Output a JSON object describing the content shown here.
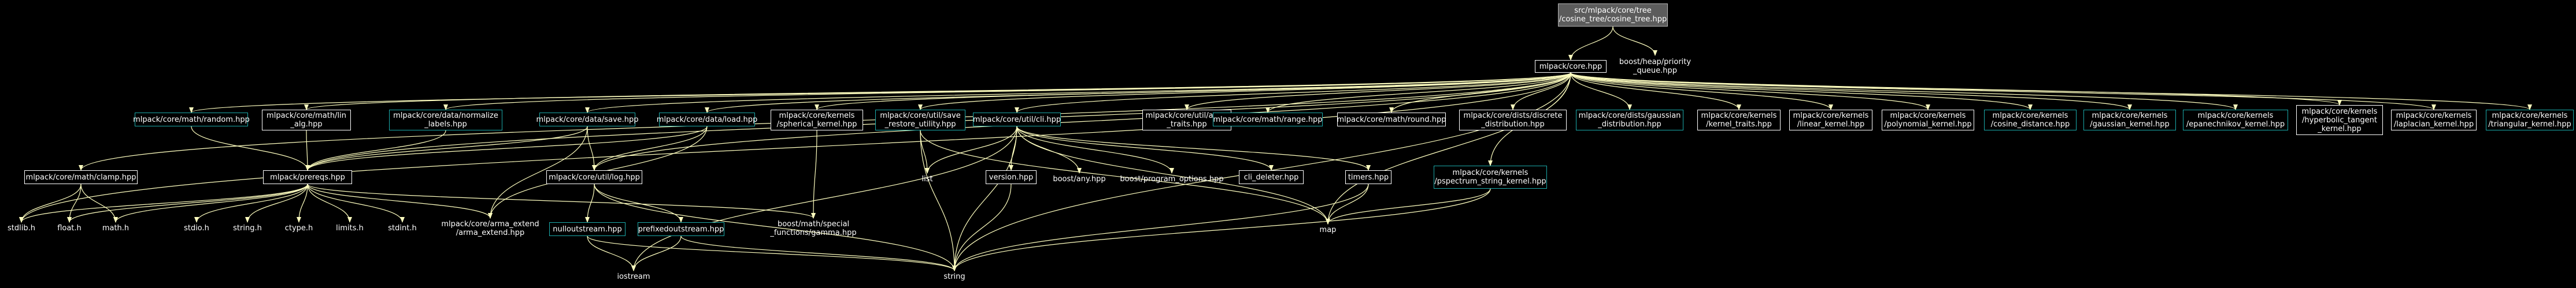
{
  "diagram": {
    "title": "",
    "edge_color": "#ffffc0",
    "border_colors": {
      "white": "#ffffff",
      "teal": "#1aa9a9",
      "root": "#b3b3b3",
      "root_fill": "#5c5c5c"
    },
    "nodes": [
      {
        "id": "root",
        "label": "src/mlpack/core/tree\n/cosine_tree/cosine_tree.hpp",
        "kind": "root"
      },
      {
        "id": "core",
        "label": "mlpack/core.hpp",
        "kind": "white"
      },
      {
        "id": "pq",
        "label": "boost/heap/priority\n_queue.hpp",
        "kind": "none"
      },
      {
        "id": "random",
        "label": "mlpack/core/math/random.hpp",
        "kind": "teal"
      },
      {
        "id": "lin",
        "label": "mlpack/core/math/lin\n_alg.hpp",
        "kind": "white"
      },
      {
        "id": "normalize",
        "label": "mlpack/core/data/normalize\n_labels.hpp",
        "kind": "teal"
      },
      {
        "id": "save",
        "label": "mlpack/core/data/save.hpp",
        "kind": "teal"
      },
      {
        "id": "load",
        "label": "mlpack/core/data/load.hpp",
        "kind": "teal"
      },
      {
        "id": "spherical",
        "label": "mlpack/core/kernels\n/spherical_kernel.hpp",
        "kind": "white"
      },
      {
        "id": "saveres",
        "label": "mlpack/core/util/save\n_restore_utility.hpp",
        "kind": "teal"
      },
      {
        "id": "cli",
        "label": "mlpack/core/util/cli.hpp",
        "kind": "teal"
      },
      {
        "id": "arma_traits",
        "label": "mlpack/core/util/arma\n_traits.hpp",
        "kind": "white"
      },
      {
        "id": "range",
        "label": "mlpack/core/math/range.hpp",
        "kind": "teal"
      },
      {
        "id": "round",
        "label": "mlpack/core/math/round.hpp",
        "kind": "white"
      },
      {
        "id": "discrete",
        "label": "mlpack/core/dists/discrete\n_distribution.hpp",
        "kind": "white"
      },
      {
        "id": "gaussian_dist",
        "label": "mlpack/core/dists/gaussian\n_distribution.hpp",
        "kind": "teal"
      },
      {
        "id": "kernel_traits",
        "label": "mlpack/core/kernels\n/kernel_traits.hpp",
        "kind": "white"
      },
      {
        "id": "linear",
        "label": "mlpack/core/kernels\n/linear_kernel.hpp",
        "kind": "white"
      },
      {
        "id": "polynomial",
        "label": "mlpack/core/kernels\n/polynomial_kernel.hpp",
        "kind": "white"
      },
      {
        "id": "cosine",
        "label": "mlpack/core/kernels\n/cosine_distance.hpp",
        "kind": "teal"
      },
      {
        "id": "gaussian_k",
        "label": "mlpack/core/kernels\n/gaussian_kernel.hpp",
        "kind": "teal"
      },
      {
        "id": "epan",
        "label": "mlpack/core/kernels\n/epanechnikov_kernel.hpp",
        "kind": "teal"
      },
      {
        "id": "tanh",
        "label": "mlpack/core/kernels\n/hyperbolic_tangent\n_kernel.hpp",
        "kind": "white"
      },
      {
        "id": "laplacian",
        "label": "mlpack/core/kernels\n/laplacian_kernel.hpp",
        "kind": "white"
      },
      {
        "id": "triangular",
        "label": "mlpack/core/kernels\n/triangular_kernel.hpp",
        "kind": "teal"
      },
      {
        "id": "clamp",
        "label": "mlpack/core/math/clamp.hpp",
        "kind": "white"
      },
      {
        "id": "prereqs",
        "label": "mlpack/prereqs.hpp",
        "kind": "white"
      },
      {
        "id": "log",
        "label": "mlpack/core/util/log.hpp",
        "kind": "white"
      },
      {
        "id": "list",
        "label": "list",
        "kind": "none"
      },
      {
        "id": "version",
        "label": "version.hpp",
        "kind": "white"
      },
      {
        "id": "boost_any",
        "label": "boost/any.hpp",
        "kind": "none"
      },
      {
        "id": "po",
        "label": "boost/program_options.hpp",
        "kind": "none"
      },
      {
        "id": "deleter",
        "label": "cli_deleter.hpp",
        "kind": "white"
      },
      {
        "id": "timers",
        "label": "timers.hpp",
        "kind": "white"
      },
      {
        "id": "nystroem",
        "label": "mlpack/core/kernels\n/pspectrum_string_kernel.hpp",
        "kind": "teal"
      },
      {
        "id": "stdlib",
        "label": "stdlib.h",
        "kind": "none"
      },
      {
        "id": "float",
        "label": "float.h",
        "kind": "none"
      },
      {
        "id": "math",
        "label": "math.h",
        "kind": "none"
      },
      {
        "id": "stdio",
        "label": "stdio.h",
        "kind": "none"
      },
      {
        "id": "string_h",
        "label": "string.h",
        "kind": "none"
      },
      {
        "id": "ctype",
        "label": "ctype.h",
        "kind": "none"
      },
      {
        "id": "limits",
        "label": "limits.h",
        "kind": "none"
      },
      {
        "id": "stdint",
        "label": "stdint.h",
        "kind": "none"
      },
      {
        "id": "arma_extend",
        "label": "mlpack/core/arma_extend\n/arma_extend.hpp",
        "kind": "none"
      },
      {
        "id": "gamma",
        "label": "boost/math/special\n_functions/gamma.hpp",
        "kind": "none"
      },
      {
        "id": "nulloutstream",
        "label": "nulloutstream.hpp",
        "kind": "teal"
      },
      {
        "id": "prefixed",
        "label": "prefixedoutstream.hpp",
        "kind": "teal"
      },
      {
        "id": "map",
        "label": "map",
        "kind": "none"
      },
      {
        "id": "iostream",
        "label": "iostream",
        "kind": "none"
      },
      {
        "id": "string",
        "label": "string",
        "kind": "none"
      }
    ],
    "edges": [
      [
        "root",
        "core"
      ],
      [
        "root",
        "pq"
      ],
      [
        "core",
        "random"
      ],
      [
        "core",
        "lin"
      ],
      [
        "core",
        "normalize"
      ],
      [
        "core",
        "save"
      ],
      [
        "core",
        "load"
      ],
      [
        "core",
        "spherical"
      ],
      [
        "core",
        "saveres"
      ],
      [
        "core",
        "cli"
      ],
      [
        "core",
        "arma_traits"
      ],
      [
        "core",
        "range"
      ],
      [
        "core",
        "round"
      ],
      [
        "core",
        "discrete"
      ],
      [
        "core",
        "gaussian_dist"
      ],
      [
        "core",
        "kernel_traits"
      ],
      [
        "core",
        "linear"
      ],
      [
        "core",
        "polynomial"
      ],
      [
        "core",
        "cosine"
      ],
      [
        "core",
        "gaussian_k"
      ],
      [
        "core",
        "epan"
      ],
      [
        "core",
        "tanh"
      ],
      [
        "core",
        "laplacian"
      ],
      [
        "core",
        "triangular"
      ],
      [
        "core",
        "clamp"
      ],
      [
        "core",
        "prereqs"
      ],
      [
        "core",
        "log"
      ],
      [
        "core",
        "stdlib"
      ],
      [
        "core",
        "string"
      ],
      [
        "core",
        "nystroem"
      ],
      [
        "core",
        "map"
      ],
      [
        "random",
        "prereqs"
      ],
      [
        "lin",
        "prereqs"
      ],
      [
        "normalize",
        "prereqs"
      ],
      [
        "save",
        "prereqs"
      ],
      [
        "save",
        "log"
      ],
      [
        "load",
        "prereqs"
      ],
      [
        "load",
        "log"
      ],
      [
        "saveres",
        "list"
      ],
      [
        "saveres",
        "map"
      ],
      [
        "saveres",
        "string"
      ],
      [
        "cli",
        "list"
      ],
      [
        "cli",
        "version"
      ],
      [
        "cli",
        "boost_any"
      ],
      [
        "cli",
        "po"
      ],
      [
        "cli",
        "deleter"
      ],
      [
        "cli",
        "timers"
      ],
      [
        "cli",
        "map"
      ],
      [
        "cli",
        "string"
      ],
      [
        "cli",
        "iostream"
      ],
      [
        "clamp",
        "stdlib"
      ],
      [
        "clamp",
        "float"
      ],
      [
        "clamp",
        "math"
      ],
      [
        "prereqs",
        "stdlib"
      ],
      [
        "prereqs",
        "float"
      ],
      [
        "prereqs",
        "math"
      ],
      [
        "prereqs",
        "stdio"
      ],
      [
        "prereqs",
        "string_h"
      ],
      [
        "prereqs",
        "ctype"
      ],
      [
        "prereqs",
        "limits"
      ],
      [
        "prereqs",
        "stdint"
      ],
      [
        "prereqs",
        "arma_extend"
      ],
      [
        "prereqs",
        "gamma"
      ],
      [
        "log",
        "nulloutstream"
      ],
      [
        "log",
        "prefixed"
      ],
      [
        "log",
        "string"
      ],
      [
        "nulloutstream",
        "iostream"
      ],
      [
        "nulloutstream",
        "string"
      ],
      [
        "prefixed",
        "iostream"
      ],
      [
        "prefixed",
        "string"
      ],
      [
        "version",
        "string"
      ],
      [
        "timers",
        "map"
      ],
      [
        "timers",
        "string"
      ],
      [
        "nystroem",
        "map"
      ],
      [
        "nystroem",
        "string"
      ],
      [
        "spherical",
        "gamma"
      ],
      [
        "save",
        "arma_extend"
      ],
      [
        "load",
        "arma_extend"
      ]
    ]
  }
}
